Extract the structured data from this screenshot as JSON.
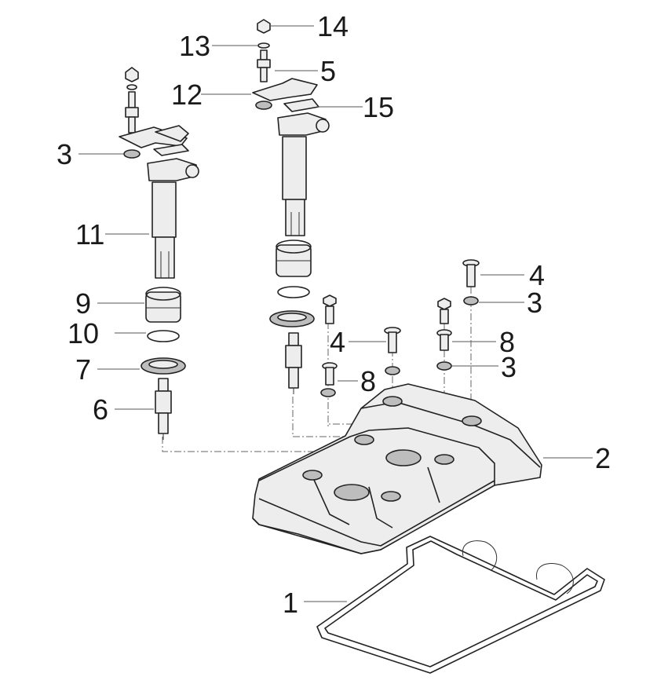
{
  "callouts": [
    {
      "id": "label-1",
      "text": "1"
    },
    {
      "id": "label-2",
      "text": "2"
    },
    {
      "id": "label-3a",
      "text": "3"
    },
    {
      "id": "label-3b",
      "text": "3"
    },
    {
      "id": "label-3c",
      "text": "3"
    },
    {
      "id": "label-4a",
      "text": "4"
    },
    {
      "id": "label-4b",
      "text": "4"
    },
    {
      "id": "label-5",
      "text": "5"
    },
    {
      "id": "label-6",
      "text": "6"
    },
    {
      "id": "label-7",
      "text": "7"
    },
    {
      "id": "label-8a",
      "text": "8"
    },
    {
      "id": "label-8b",
      "text": "8"
    },
    {
      "id": "label-9",
      "text": "9"
    },
    {
      "id": "label-10",
      "text": "10"
    },
    {
      "id": "label-11",
      "text": "11"
    },
    {
      "id": "label-12",
      "text": "12"
    },
    {
      "id": "label-13",
      "text": "13"
    },
    {
      "id": "label-14",
      "text": "14"
    },
    {
      "id": "label-15",
      "text": "15"
    }
  ]
}
